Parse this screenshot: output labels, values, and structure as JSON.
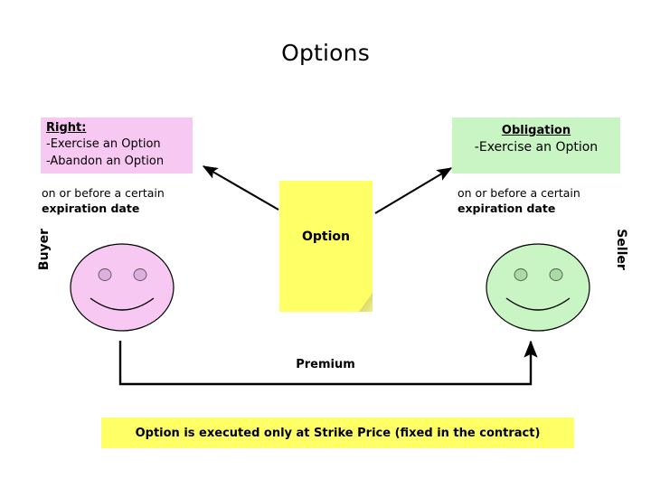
{
  "slide": {
    "title": "Options",
    "background_color": "#ffffff"
  },
  "right_box": {
    "color": "#f7c8f2",
    "header": "Right:",
    "items": [
      "-Exercise an Option",
      "-Abandon an Option"
    ],
    "caption_line1": "on or before a certain",
    "caption_line2": "expiration date"
  },
  "obligation_box": {
    "color": "#c9f4c3",
    "header": "Obligation",
    "items": [
      "-Exercise an Option"
    ],
    "caption_line1": "on or before a certain",
    "caption_line2": "expiration date"
  },
  "option_doc": {
    "color": "#ffff66",
    "label": "Option"
  },
  "parties": {
    "left_label": "Buyer",
    "left_face_color": "#f7c8f2",
    "right_label": "Seller",
    "right_face_color": "#c9f4c3"
  },
  "premium_flow": {
    "label": "Premium",
    "direction": "buyer-to-seller"
  },
  "footer_note": {
    "color": "#ffff66",
    "text": "Option is executed only at Strike Price (fixed in the contract)"
  },
  "icons": {
    "smiley_left": "smiley-face-icon",
    "smiley_right": "smiley-face-icon",
    "arrow_to_right_box": "arrow-up-left-icon",
    "arrow_to_obligation_box": "arrow-up-right-icon",
    "arrow_premium": "arrow-up-icon"
  }
}
